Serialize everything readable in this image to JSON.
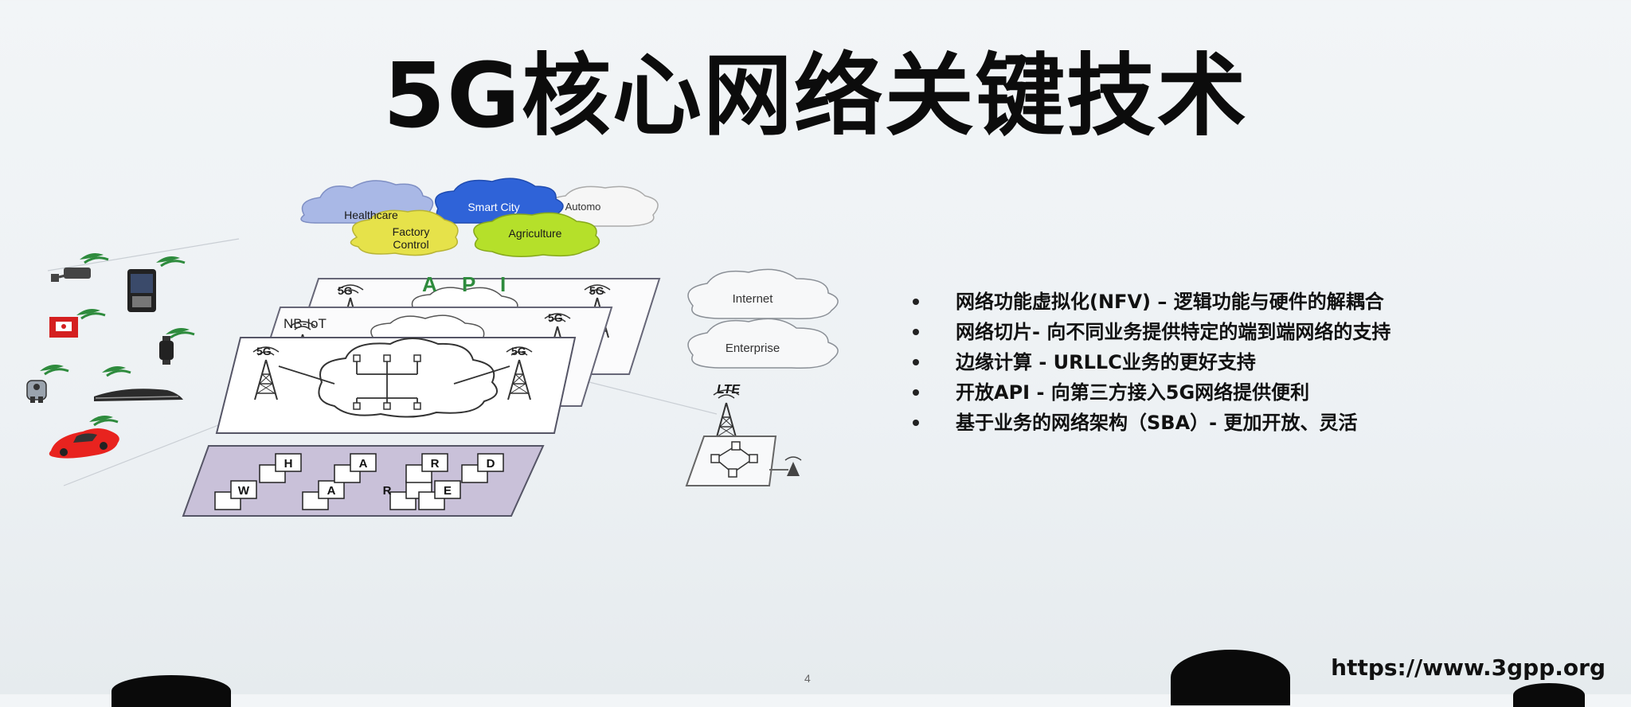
{
  "title": "5G核心网络关键技术",
  "clouds": {
    "healthcare": "Healthcare",
    "smart_city": "Smart City",
    "automotive": "Automo",
    "factory_control_line1": "Factory",
    "factory_control_line2": "Control",
    "agriculture": "Agriculture",
    "internet": "Internet",
    "enterprise": "Enterprise"
  },
  "layers": {
    "api_letters": [
      "A",
      "P",
      "I"
    ],
    "nbiot_label": "NB-IoT",
    "tower_label": "5G",
    "lte_label": "LTE"
  },
  "hardware_letters": {
    "top": [
      "H",
      "A",
      "R",
      "D"
    ],
    "bottom": [
      "W",
      "A",
      "R",
      "E"
    ]
  },
  "bullets": [
    "网络功能虚拟化(NFV) – 逻辑功能与硬件的解耦合",
    "网络切片- 向不同业务提供特定的端到端网络的支持",
    "边缘计算 - URLLC业务的更好支持",
    "开放API - 向第三方接入5G网络提供便利",
    "基于业务的网络架构（SBA）- 更加开放、灵活"
  ],
  "footer": {
    "url": "https://www.3gpp.org",
    "page_number": "4"
  },
  "colors": {
    "healthcare_cloud": "#a9b8e6",
    "smart_city_cloud": "#2f63d8",
    "factory_cloud": "#e6e24a",
    "agriculture_cloud": "#b5e02a",
    "layer_stroke": "#666677",
    "hardware_fill": "#c9c1d9",
    "signal_green": "#2e8b3d",
    "car_red": "#e8231f"
  }
}
